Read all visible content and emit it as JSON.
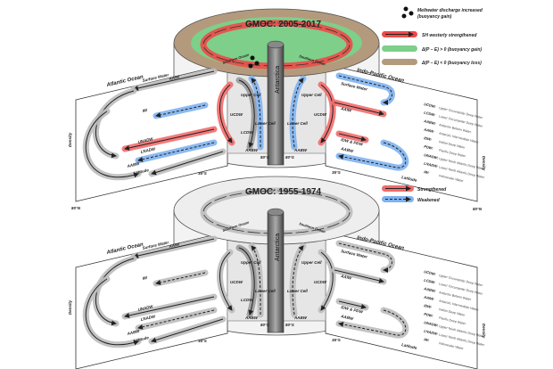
{
  "legend_top": {
    "meltwater": "Meltwater discharge increased",
    "meltwater_sub": "(buoyancy gain)",
    "westerly": "SH westerly strengthened",
    "pe_gain": "Δ(P − E) > 0 (buoyancy gain)",
    "pe_loss": "Δ(P − E) < 0 (buoyancy loss)"
  },
  "legend_mid": {
    "strengthened": "Strengthened",
    "weakened": "Weakened"
  },
  "colors": {
    "strengthened": "#f26b6b",
    "weakened": "#7fb2f0",
    "pe_gain": "#7dcf8a",
    "pe_loss": "#b49a7c",
    "neutral": "#bdbdbd"
  },
  "panels": [
    {
      "title": "GMOC: 2005-2017",
      "state": "modern"
    },
    {
      "title": "GMOC: 1955-1974",
      "state": "historical"
    }
  ],
  "labels": {
    "atlantic": "Atlantic Ocean",
    "indopacific": "Indo-Pacific Ocean",
    "southern": "Southern Ocean",
    "antarctica": "Antarctica",
    "surface_water": "Surface Water",
    "aaiw": "AAIW",
    "iw": "IW",
    "unadw": "UNADW",
    "lnadw": "LNADW",
    "aabw": "AABW",
    "ucdw": "UCDW",
    "lcdw": "LCDW",
    "idw_pdw": "IDW & PDW",
    "upper_cell": "Upper Cell",
    "lower_cell": "Lower Cell",
    "latitude": "Latitude",
    "density": "Density",
    "lat_80n": "80°N",
    "lat_35s": "35°S",
    "lat_80s": "80°S"
  },
  "abbreviations": [
    {
      "abbr": "UCDW:",
      "full": "Upper Circumpolar Deep Water"
    },
    {
      "abbr": "LCDW:",
      "full": "Lower Circumpolar Deep Water"
    },
    {
      "abbr": "AABW:",
      "full": "Antarctic Bottom Water"
    },
    {
      "abbr": "AAIW:",
      "full": "Antarctic Intermediate Water"
    },
    {
      "abbr": "IDW:",
      "full": "Indian Deep Water"
    },
    {
      "abbr": "PDW:",
      "full": "Pacific Deep Water"
    },
    {
      "abbr": "UNADW:",
      "full": "Upper North Atlantic Deep Water"
    },
    {
      "abbr": "LNADW:",
      "full": "Lower North Atlantic Deep Water"
    },
    {
      "abbr": "IW:",
      "full": "Indonesian Water"
    }
  ]
}
